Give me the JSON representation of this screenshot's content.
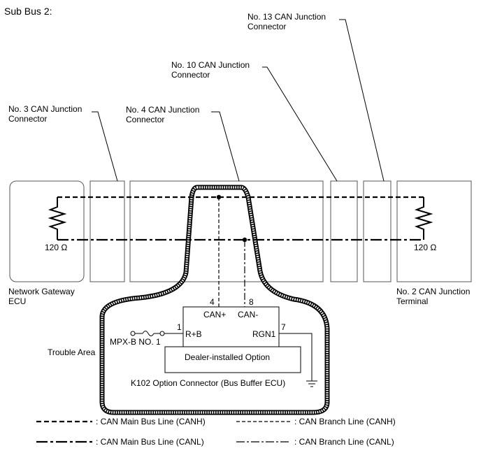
{
  "title": "Sub Bus 2:",
  "components": {
    "no13": {
      "line1": "No. 13 CAN Junction",
      "line2": "Connector"
    },
    "no10": {
      "line1": "No. 10 CAN Junction",
      "line2": "Connector"
    },
    "no3": {
      "line1": "No. 3 CAN Junction",
      "line2": "Connector"
    },
    "no4": {
      "line1": "No. 4 CAN Junction",
      "line2": "Connector"
    },
    "gateway": {
      "line1": "Network Gateway",
      "line2": "ECU",
      "resistor": "120 Ω"
    },
    "terminal": {
      "line1": "No. 2 CAN Junction",
      "line2": "Terminal",
      "resistor": "120 Ω"
    }
  },
  "option_ecu": {
    "pin_canh_num": "4",
    "pin_canl_num": "8",
    "pin_canh_label": "CAN+",
    "pin_canl_label": "CAN-",
    "pin_rb_num": "1",
    "pin_rb_label": "R+B",
    "pin_rgn_num": "7",
    "pin_rgn_label": "RGN1",
    "fuse_label": "MPX-B NO. 1",
    "inner_box_label": "Dealer-installed Option",
    "connector_label": "K102  Option Connector (Bus Buffer ECU)"
  },
  "trouble_area": "Trouble Area",
  "legend": [
    {
      "label": ": CAN Main Bus Line (CANH)",
      "style": "main-canh"
    },
    {
      "label": ": CAN Branch Line (CANH)",
      "style": "branch-canh"
    },
    {
      "label": ": CAN Main Bus Line (CANL)",
      "style": "main-canl"
    },
    {
      "label": ": CAN Branch Line (CANL)",
      "style": "branch-canl"
    }
  ],
  "colors": {
    "line": "#000000",
    "box_stroke": "#555555",
    "background": "#ffffff"
  }
}
